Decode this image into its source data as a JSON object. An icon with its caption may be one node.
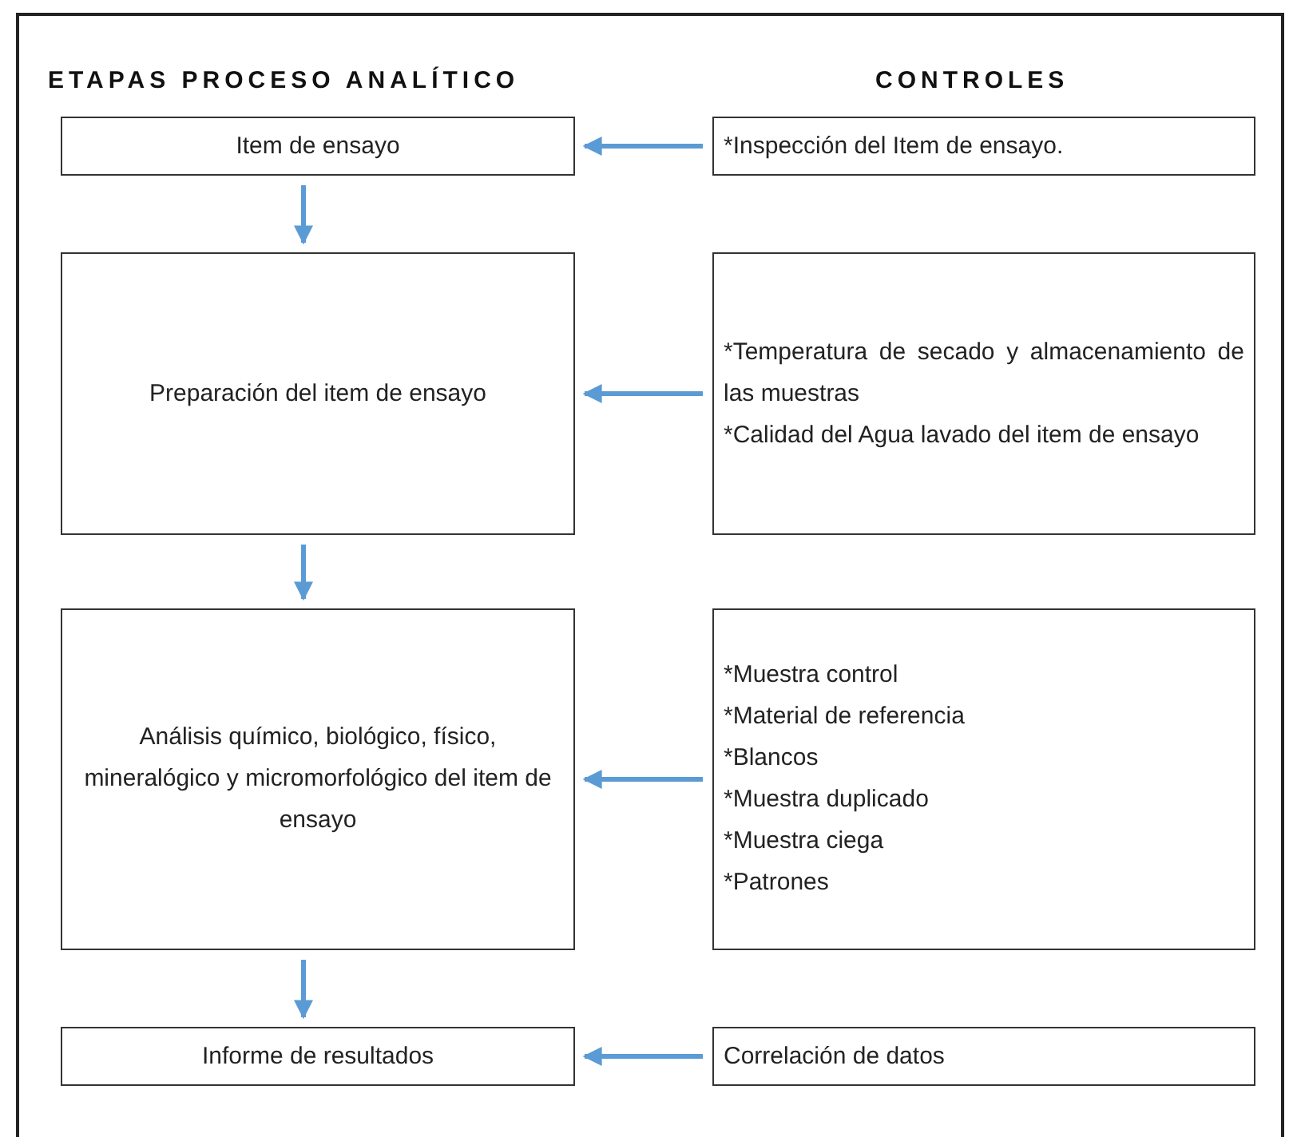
{
  "diagram": {
    "nodes": [
      {
        "text": [
          "Item de ensayo"
        ]
      },
      {
        "text": [
          "Preparación del item de ensayo"
        ]
      },
      {
        "text": [
          "Análisis químico, biológico, físico, mineralógico y micromorfológico del item de ensayo"
        ]
      },
      {
        "text": [
          "Informe de resultados"
        ]
      },
      {
        "text": [
          "*Inspección del Item de ensayo."
        ]
      },
      {
        "text": [
          "*Temperatura de secado y almacenamiento de las muestras",
          "*Calidad del Agua lavado del item de ensayo"
        ]
      },
      {
        "text": [
          "*Muestra control",
          "*Material de referencia",
          "*Blancos",
          "*Muestra duplicado",
          "*Muestra ciega",
          "*Patrones"
        ]
      },
      {
        "text": [
          "Correlación de datos"
        ]
      }
    ],
    "edges": [
      {
        "from": 4,
        "to": 0,
        "arrow": "to"
      },
      {
        "from": 0,
        "to": 1,
        "arrow": "to"
      },
      {
        "from": 5,
        "to": 1,
        "arrow": "to"
      },
      {
        "from": 1,
        "to": 2,
        "arrow": "to"
      },
      {
        "from": 6,
        "to": 2,
        "arrow": "to"
      },
      {
        "from": 2,
        "to": 3,
        "arrow": "to"
      },
      {
        "from": 7,
        "to": 3,
        "arrow": "to"
      }
    ],
    "labels": [
      "ETAPAS PROCESO ANALÍTICO",
      "CONTROLES"
    ]
  }
}
